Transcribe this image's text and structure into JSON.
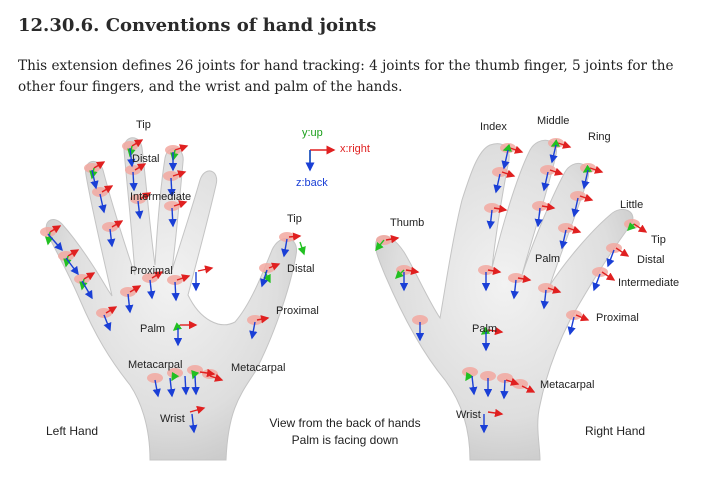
{
  "section": {
    "heading": "12.30.6. Conventions of hand joints",
    "paragraph": "This extension defines 26 joints for hand tracking: 4 joints for the thumb finger, 5 joints for the other four fingers, and the wrist and palm of the hands."
  },
  "figure": {
    "axis_legend": {
      "y": "y:up",
      "x": "x:right",
      "z": "z:back"
    },
    "left_hand": {
      "caption": "Left Hand",
      "labels": {
        "tip": "Tip",
        "distal": "Distal",
        "intermediate": "Intermediate",
        "proximal": "Proximal",
        "palm": "Palm",
        "metacarpal": "Metacarpal",
        "wrist": "Wrist",
        "thumb_tip": "Tip",
        "thumb_distal": "Distal",
        "thumb_proximal": "Proximal",
        "thumb_metacarpal": "Metacarpal"
      }
    },
    "right_hand": {
      "caption": "Right Hand",
      "labels": {
        "thumb": "Thumb",
        "index": "Index",
        "middle": "Middle",
        "ring": "Ring",
        "little": "Little",
        "tip": "Tip",
        "distal": "Distal",
        "intermediate": "Intermediate",
        "proximal": "Proximal",
        "palm": "Palm",
        "metacarpal": "Metacarpal",
        "wrist": "Wrist"
      }
    },
    "view_caption": {
      "line1": "View from the back of hands",
      "line2": "Palm is facing down"
    },
    "colors": {
      "x_axis": "#e02020",
      "y_axis": "#22c022",
      "z_axis": "#1a3fd6",
      "joint": "#f2a8a0",
      "skin": "#dcdcdc"
    }
  }
}
